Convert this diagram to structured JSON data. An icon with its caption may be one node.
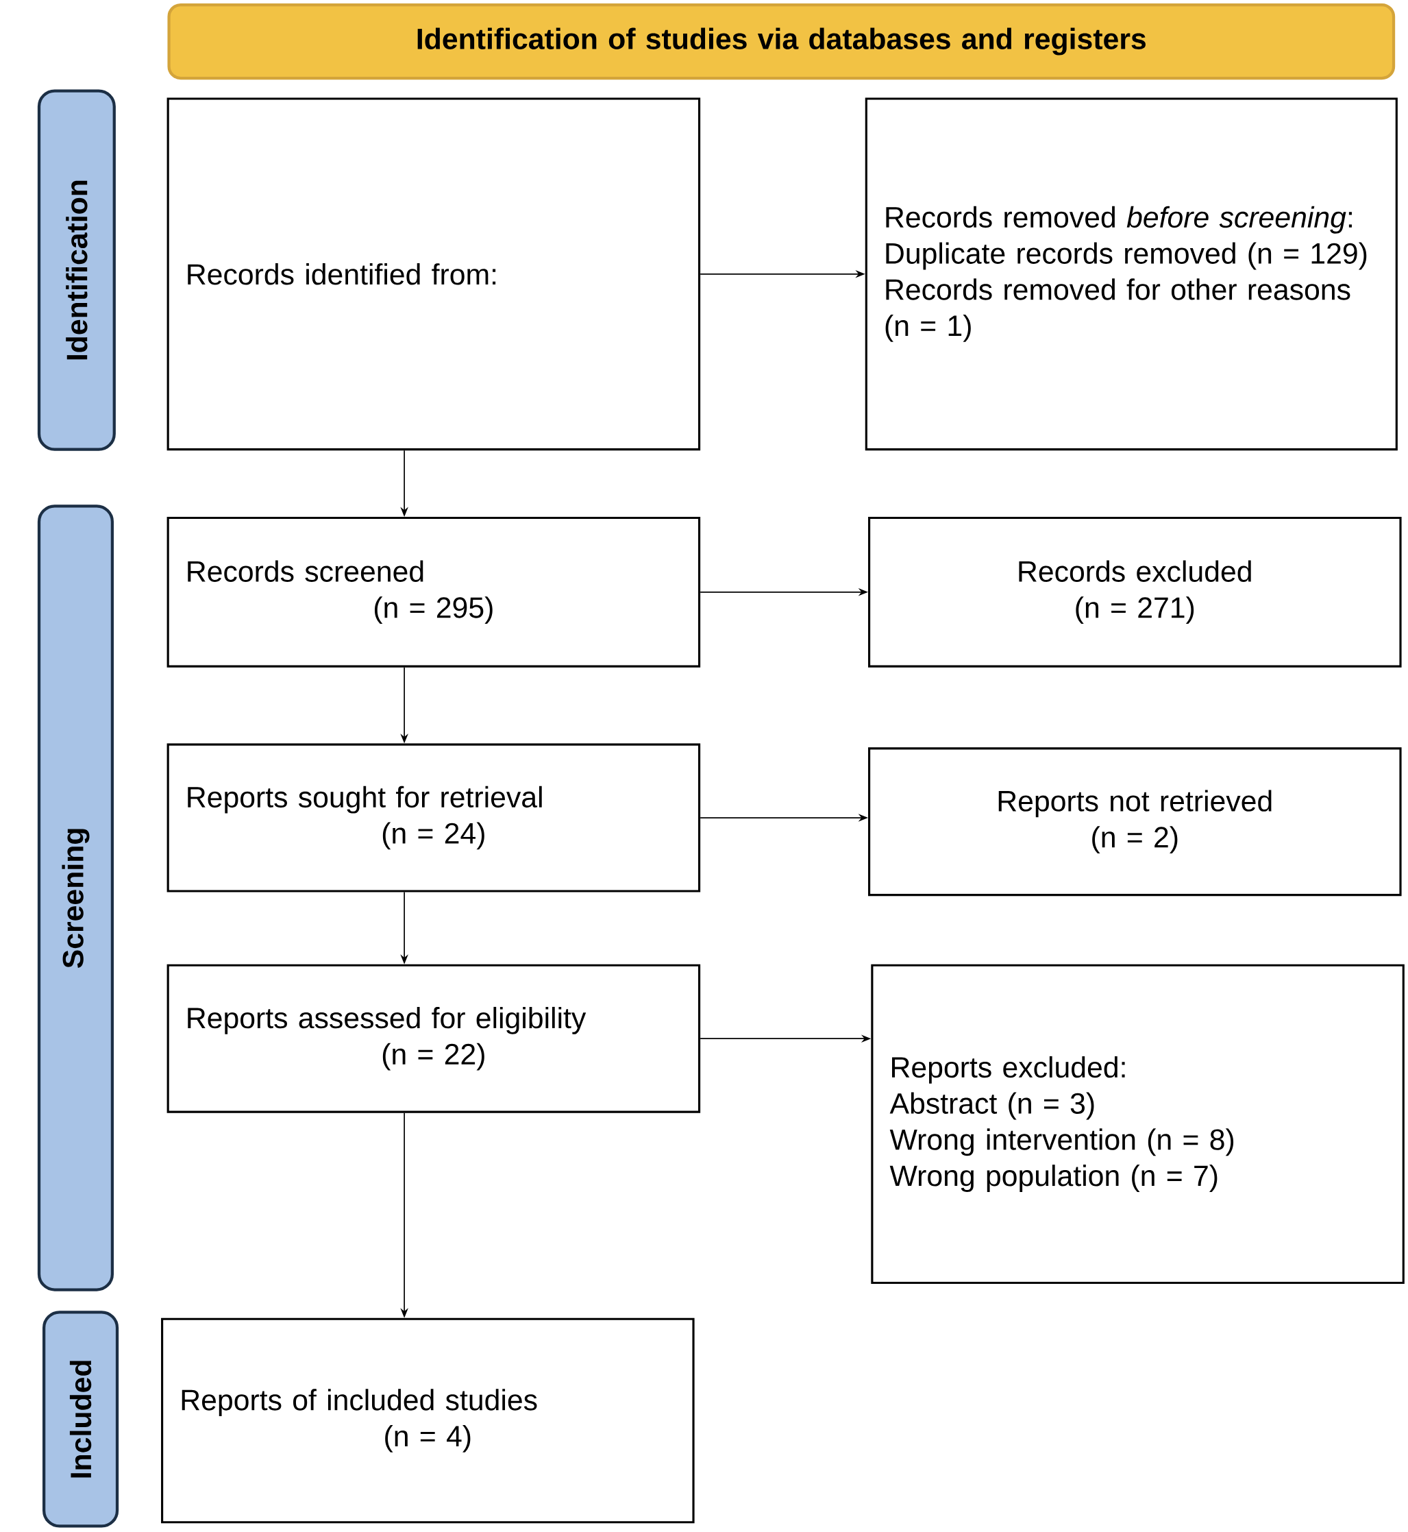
{
  "diagram": {
    "nodes": [
      {
        "text": [
          "Identification of studies via databases and registers"
        ]
      },
      {
        "text": [
          "Identification"
        ]
      },
      {
        "text": [
          "Screening"
        ]
      },
      {
        "text": [
          "Included"
        ]
      },
      {
        "text": [
          "Records identified from:"
        ]
      },
      {
        "text": [
          "Records removed *before screening*:",
          "Duplicate records removed (n = 129)",
          "Records removed for other reasons (n = 1)"
        ]
      },
      {
        "text": [
          "Records screened",
          "(n = 295)"
        ]
      },
      {
        "text": [
          "Records excluded",
          "(n = 271)"
        ]
      },
      {
        "text": [
          "Reports sought for retrieval",
          "(n = 24)"
        ]
      },
      {
        "text": [
          "Reports not retrieved",
          "(n = 2)"
        ]
      },
      {
        "text": [
          "Reports assessed for eligibility",
          "(n = 22)"
        ]
      },
      {
        "text": [
          "Reports excluded:",
          "Abstract (n = 3)",
          "Wrong intervention (n = 8)",
          "Wrong population (n = 7)"
        ]
      },
      {
        "text": [
          "Reports of included studies",
          "(n = 4)"
        ]
      }
    ],
    "edges": [
      {
        "from": 4,
        "to": 5,
        "arrow": "to"
      },
      {
        "from": 4,
        "to": 6,
        "arrow": "to"
      },
      {
        "from": 6,
        "to": 7,
        "arrow": "to"
      },
      {
        "from": 6,
        "to": 8,
        "arrow": "to"
      },
      {
        "from": 8,
        "to": 9,
        "arrow": "to"
      },
      {
        "from": 8,
        "to": 10,
        "arrow": "to"
      },
      {
        "from": 10,
        "to": 11,
        "arrow": "to"
      },
      {
        "from": 10,
        "to": 12,
        "arrow": "to"
      }
    ]
  }
}
